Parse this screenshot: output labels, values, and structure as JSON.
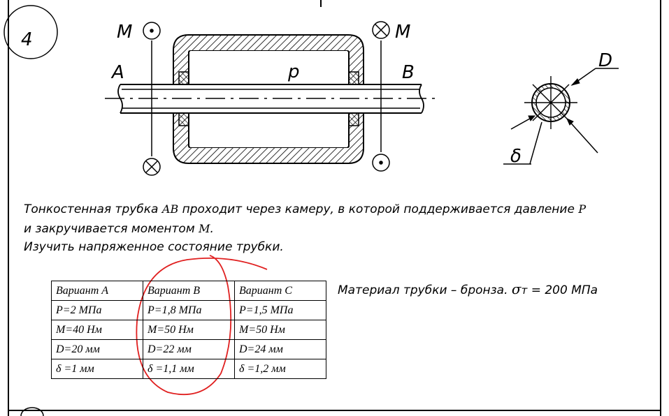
{
  "task_number": "4",
  "diagram_labels": {
    "moment_left": "M",
    "moment_right": "M",
    "end_a": "A",
    "end_b": "B",
    "pressure": "p",
    "diameter": "D",
    "thickness": "δ"
  },
  "text": {
    "line1_part1": "Тонкостенная трубка ",
    "line1_ab": "AB",
    "line1_part2": "  проходит через камеру, в которой поддерживается давление ",
    "line1_p": "P",
    "line2_part1": "и закручивается моментом ",
    "line2_m": "M",
    "line2_part2": ".",
    "line3": "Изучить напряженное состояние трубки."
  },
  "variants_table": {
    "rows": [
      [
        "Вариант A",
        "Вариант B",
        "Вариант C"
      ],
      [
        "P=2  МПа",
        "P=1,8  МПа",
        "P=1,5  МПа"
      ],
      [
        "M=40  Нм",
        "M=50  Нм",
        "M=50  Нм"
      ],
      [
        "D=20  мм",
        "D=22  мм",
        "D=24  мм"
      ],
      [
        "δ =1  мм",
        "δ =1,1  мм",
        "δ =1,2  мм"
      ]
    ]
  },
  "material": {
    "prefix": "Материал трубки – бронза.",
    "sigma": "σ",
    "sigma_sub": "т",
    "value": " = 200 МПа"
  },
  "colors": {
    "ink": "#000000",
    "annotation": "#e02020"
  }
}
